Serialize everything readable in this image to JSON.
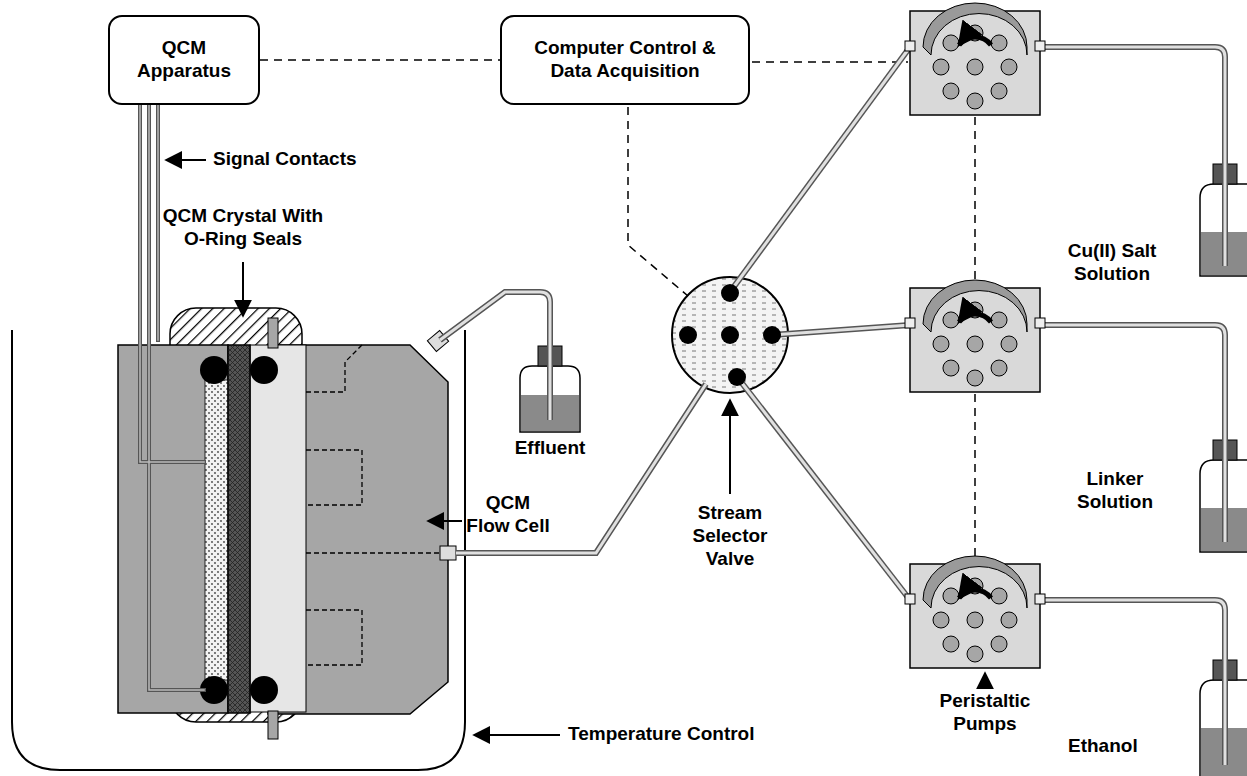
{
  "diagram": {
    "nodes": [
      {
        "text": [
          "QCM Apparatus"
        ]
      },
      {
        "text": [
          "Computer Control & Data Acquisition"
        ]
      }
    ],
    "edges": [
      {
        "from": 0,
        "to": 1,
        "arrow": "none"
      }
    ],
    "labels": [
      "Signal Contacts",
      "QCM Crystal With O-Ring Seals",
      "Effluent",
      "Stream Selector Valve",
      "QCM Flow Cell",
      "Temperature Control",
      "Peristaltic Pumps",
      "Cu(II) Salt Solution",
      "Linker Solution",
      "Ethanol"
    ]
  }
}
